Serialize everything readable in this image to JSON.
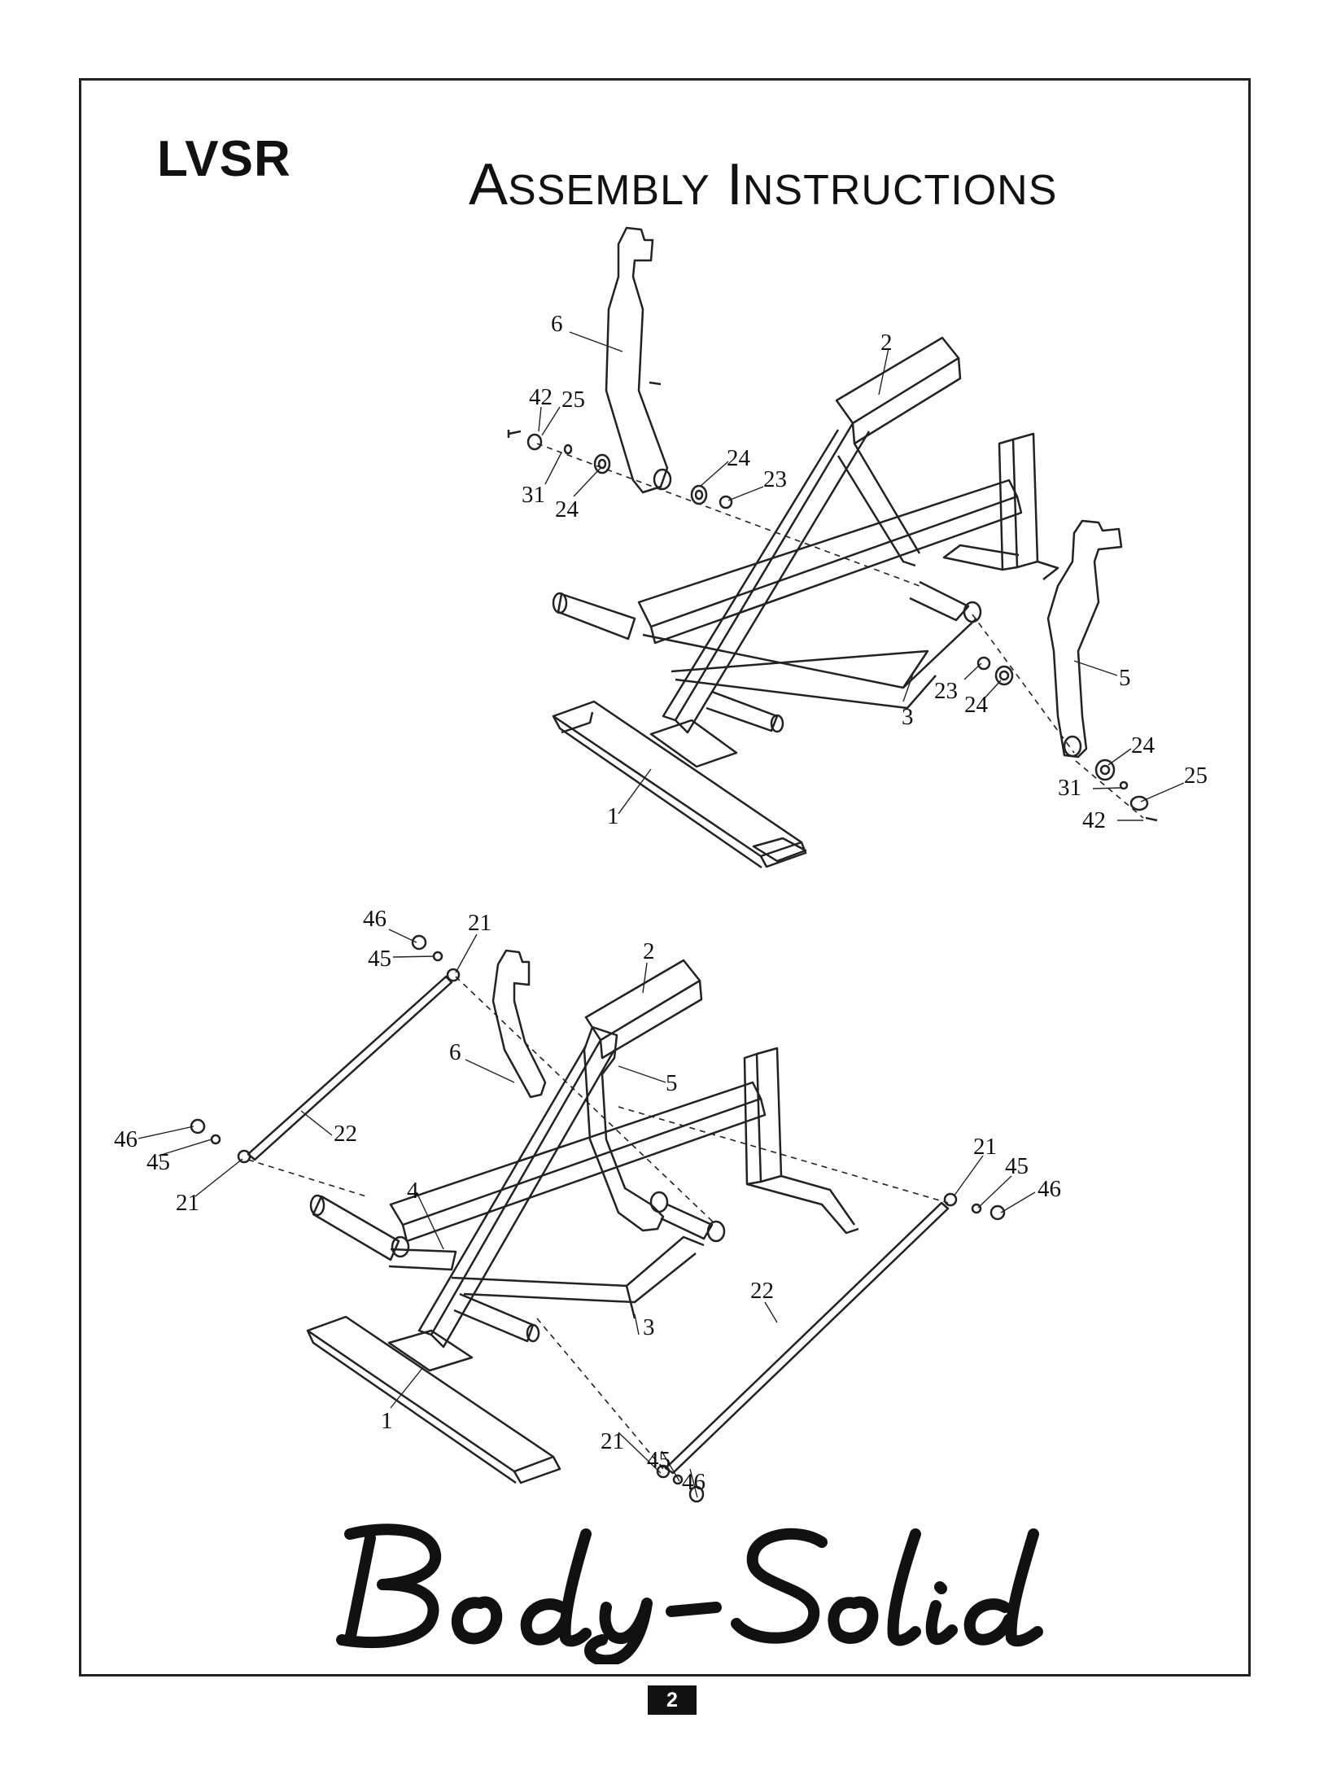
{
  "header": {
    "model": "LVSR",
    "title_first_cap": "A",
    "title_first_rest": "SSEMBLY",
    "title_second_cap": "I",
    "title_second_rest": "NSTRUCTIONS"
  },
  "diagram_top": {
    "callouts": {
      "c6": "6",
      "c2": "2",
      "c42": "42",
      "c25a": "25",
      "c24a": "24",
      "c23a": "23",
      "c31a": "31",
      "c24b": "24",
      "c5": "5",
      "c23b": "23",
      "c24c": "24",
      "c3": "3",
      "c24d": "24",
      "c25b": "25",
      "c31b": "31",
      "c42b": "42",
      "c1": "1"
    }
  },
  "diagram_bottom": {
    "callouts": {
      "c46a": "46",
      "c21a": "21",
      "c45a": "45",
      "c2": "2",
      "c6": "6",
      "c5": "5",
      "c46b": "46",
      "c22a": "22",
      "c45b": "45",
      "c21b": "21",
      "c4": "4",
      "c21c": "21",
      "c45c": "45",
      "c46c": "46",
      "c22b": "22",
      "c3": "3",
      "c1": "1",
      "c21d": "21",
      "c45d": "45",
      "c46d": "46"
    }
  },
  "brand": {
    "logo_text": "Body-Solid"
  },
  "footer": {
    "page_number": "2"
  }
}
